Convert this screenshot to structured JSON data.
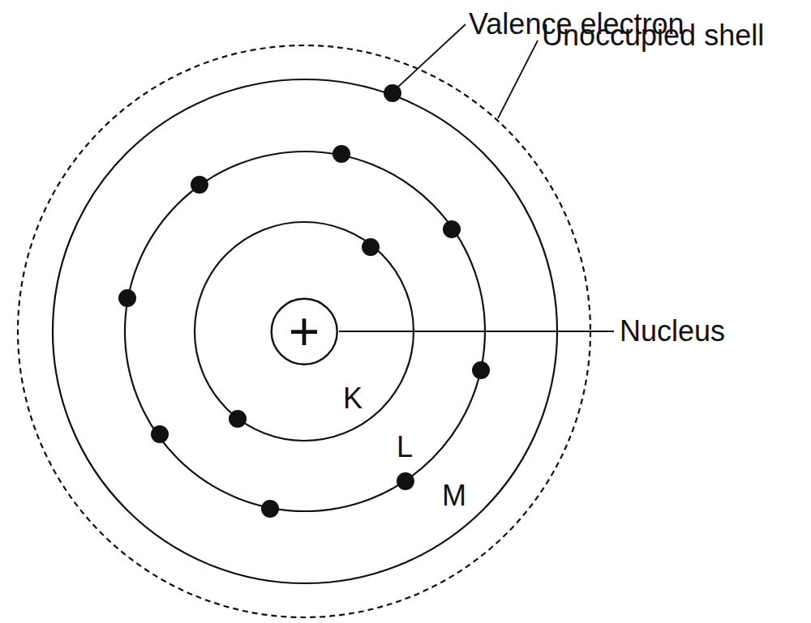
{
  "diagram": {
    "nodes": [
      {
        "text": [
          "+"
        ]
      }
    ],
    "labels": [
      "Valence electron",
      "Unoccupied shell",
      "Nucleus",
      "K",
      "L",
      "M"
    ]
  }
}
